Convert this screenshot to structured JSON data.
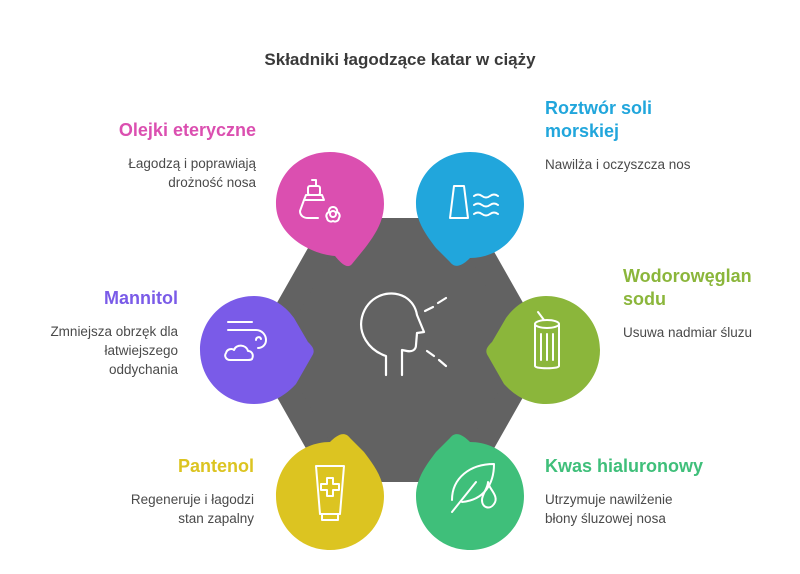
{
  "title": "Składniki łagodzące katar w ciąży",
  "colors": {
    "hub": "#626262",
    "pink": "#db4fb0",
    "blue": "#21a6dc",
    "green_light": "#8bb63b",
    "purple": "#7a5be8",
    "yellow": "#dcc421",
    "green": "#3fbf7a"
  },
  "center_icon": "head-profile-breathing-icon",
  "items": [
    {
      "key": "olejki",
      "title": "Olejki eteryczne",
      "desc_lines": [
        "Łagodzą i poprawiają",
        "drożność nosa"
      ],
      "color": "#db4fb0",
      "icon": "essential-oil-bottle-flower-icon"
    },
    {
      "key": "sol",
      "title_lines": [
        "Roztwór soli",
        "morskiej"
      ],
      "desc_lines": [
        "Nawilża i oczyszcza nos"
      ],
      "color": "#21a6dc",
      "icon": "dam-water-waves-icon"
    },
    {
      "key": "wodoroweglan",
      "title_lines": [
        "Wodorowęglan",
        "sodu"
      ],
      "desc_lines": [
        "Usuwa nadmiar śluzu"
      ],
      "color": "#8bb63b",
      "icon": "baking-soda-can-icon"
    },
    {
      "key": "mannitol",
      "title": "Mannitol",
      "desc_lines": [
        "Zmniejsza obrzęk dla",
        "łatwiejszego",
        "oddychania"
      ],
      "color": "#7a5be8",
      "icon": "wind-cloud-icon"
    },
    {
      "key": "pantenol",
      "title": "Pantenol",
      "desc_lines": [
        "Regeneruje i łagodzi",
        "stan zapalny"
      ],
      "color": "#dcc421",
      "icon": "cream-tube-cross-icon"
    },
    {
      "key": "kwas",
      "title": "Kwas hialuronowy",
      "desc_lines": [
        "Utrzymuje nawilżenie",
        "błony śluzowej nosa"
      ],
      "color": "#3fbf7a",
      "icon": "leaf-droplet-icon"
    }
  ]
}
